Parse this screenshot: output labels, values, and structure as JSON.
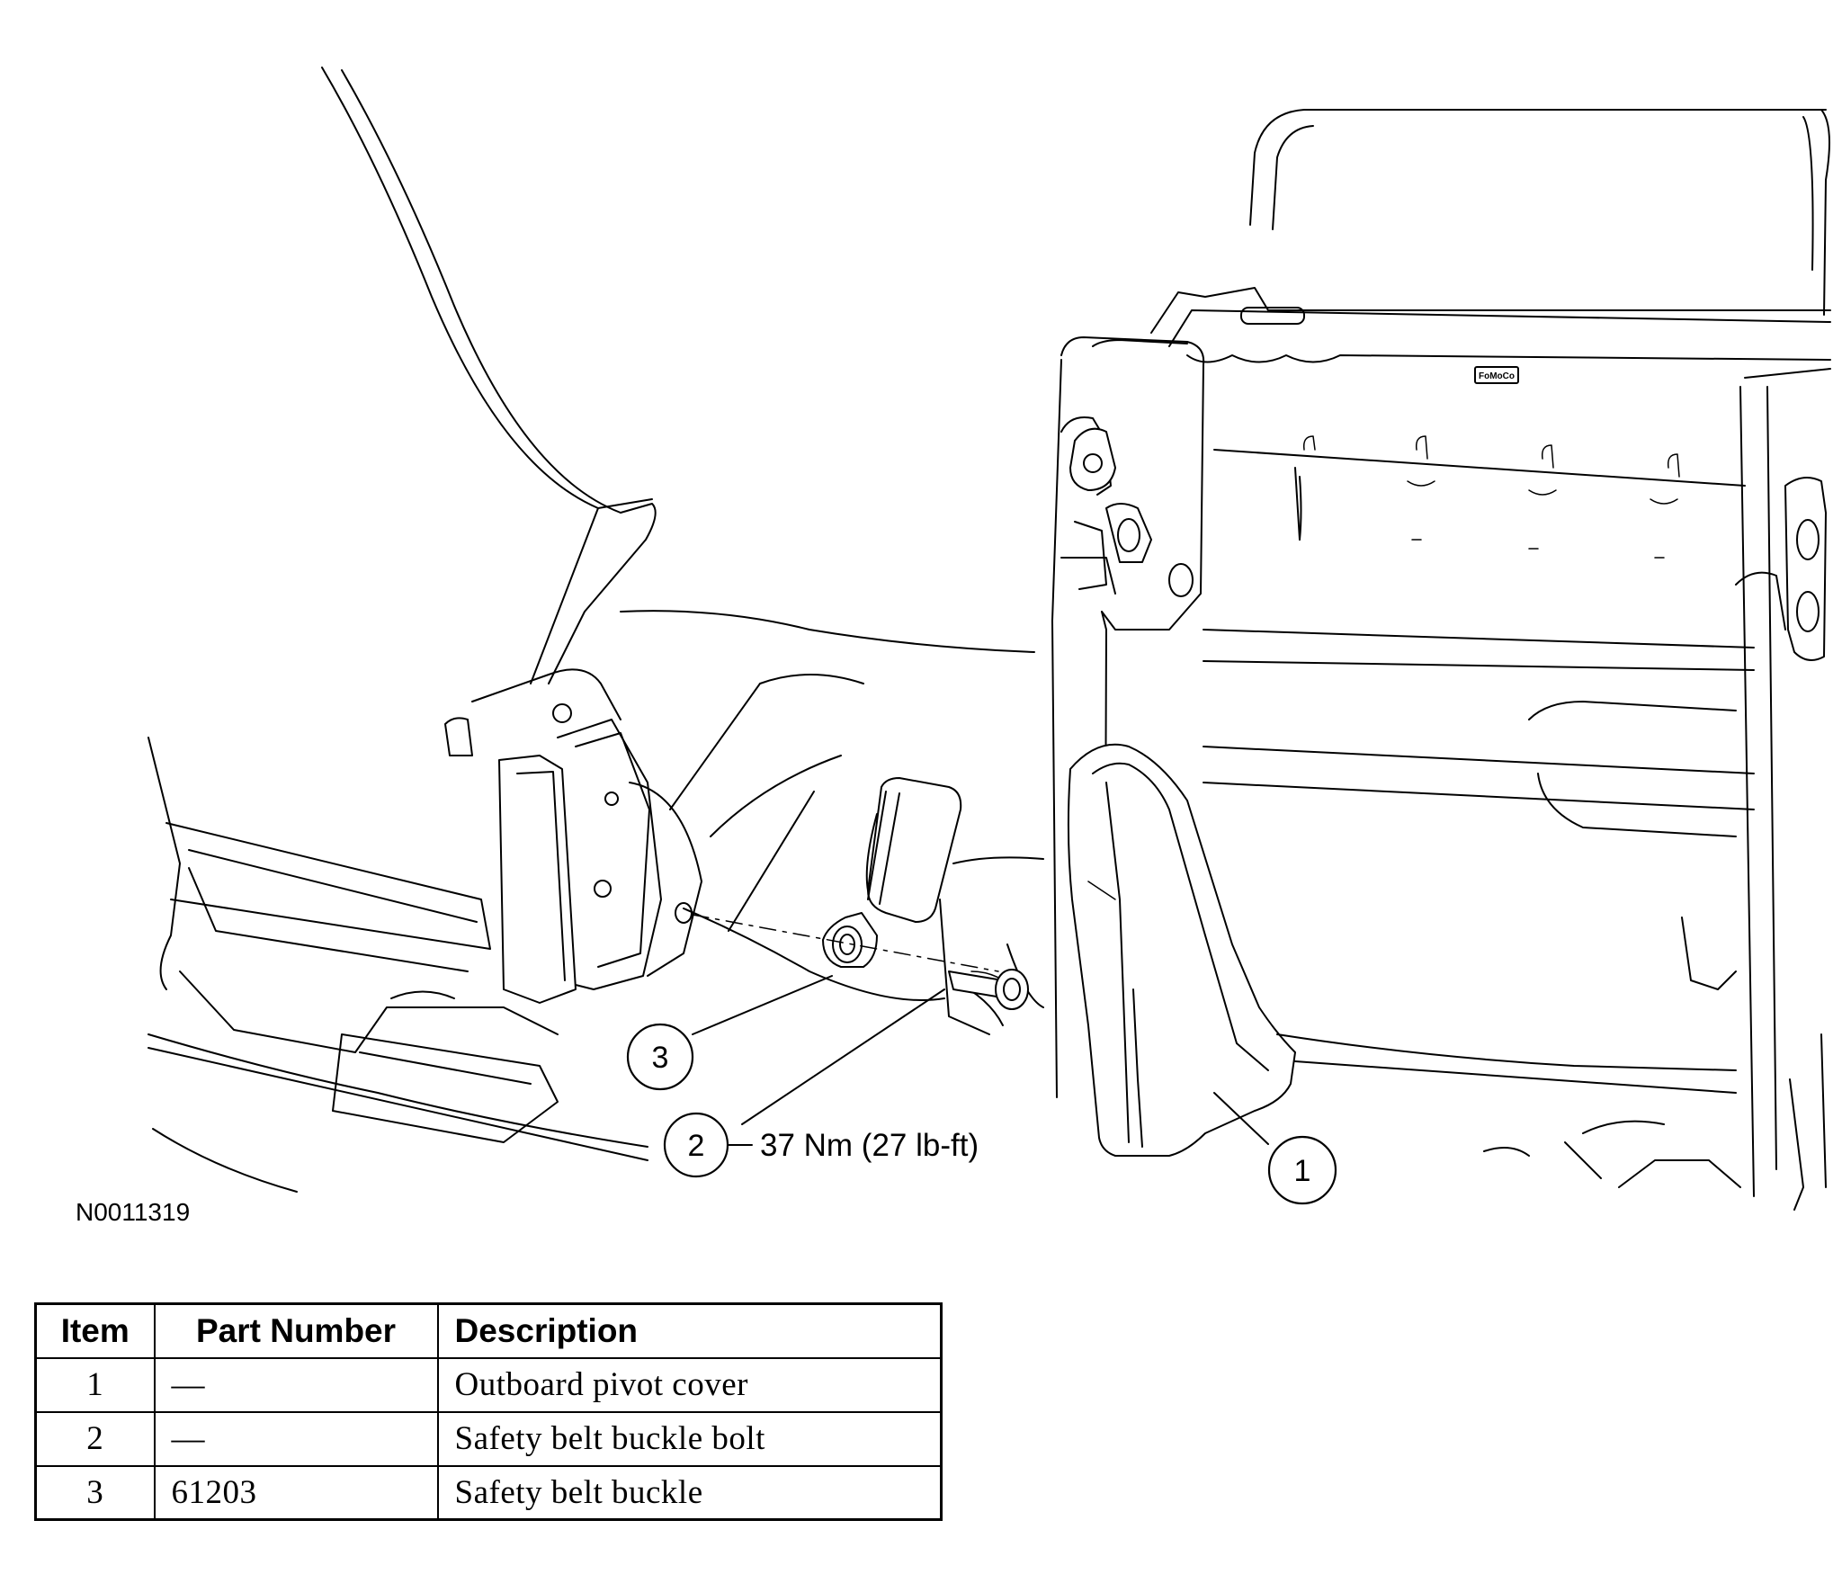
{
  "figure": {
    "id": "N0011319",
    "callouts": [
      {
        "number": "1"
      },
      {
        "number": "2",
        "label": "37 Nm (27 lb-ft)"
      },
      {
        "number": "3"
      }
    ],
    "logo_text": "FoMoCo"
  },
  "parts_table": {
    "headers": [
      "Item",
      "Part Number",
      "Description"
    ],
    "rows": [
      {
        "item": "1",
        "part_number": "—",
        "description": "Outboard pivot cover"
      },
      {
        "item": "2",
        "part_number": "—",
        "description": "Safety belt buckle bolt"
      },
      {
        "item": "3",
        "part_number": "61203",
        "description": "Safety belt buckle"
      }
    ]
  }
}
